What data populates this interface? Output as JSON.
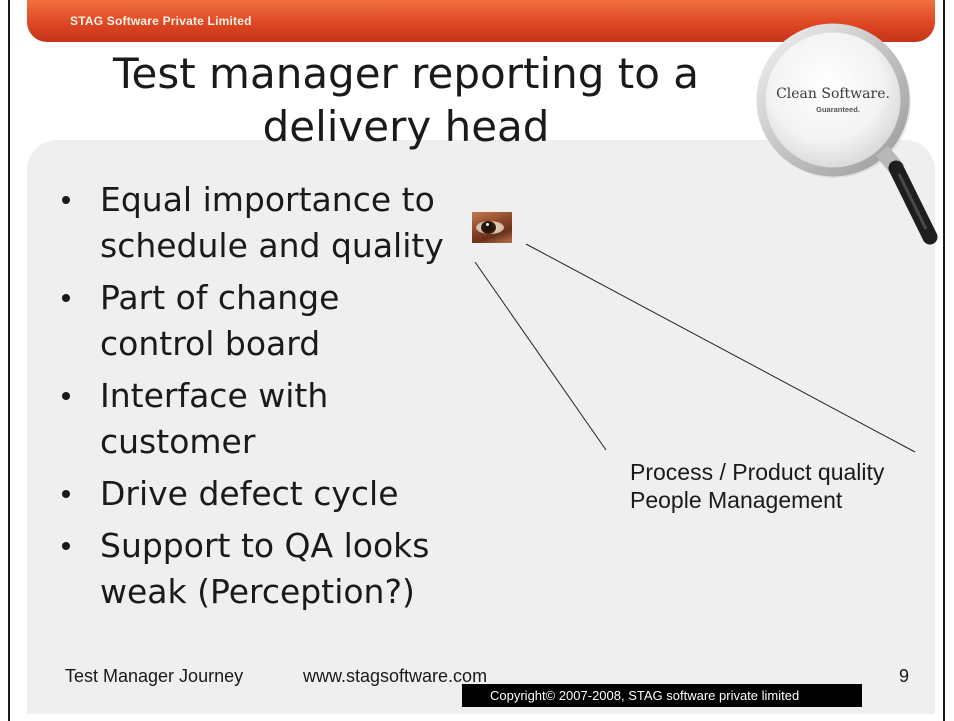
{
  "header": {
    "company": "STAG Software Private Limited"
  },
  "title": {
    "line1": "Test manager reporting to a",
    "line2": "delivery head"
  },
  "logo": {
    "icon": "magnifier-icon",
    "text_main": "Clean Software.",
    "text_sub": "Guaranteed."
  },
  "bullets": [
    {
      "lines": [
        "Equal importance to",
        "schedule and quality"
      ]
    },
    {
      "lines": [
        "Part of change",
        "control board"
      ]
    },
    {
      "lines": [
        "Interface with",
        "customer"
      ]
    },
    {
      "lines": [
        "Drive defect cycle"
      ]
    },
    {
      "lines": [
        "Support to QA looks",
        "weak (Perception?)"
      ]
    }
  ],
  "image": {
    "icon": "eye-image"
  },
  "annotation": {
    "lines": [
      "Process / Product quality",
      "People Management"
    ]
  },
  "footer": {
    "left": "Test Manager Journey",
    "url": "www.stagsoftware.com",
    "page_number": "9",
    "copyright": "Copyright© 2007-2008, STAG software private limited"
  },
  "colors": {
    "header_bar": "#dc4422",
    "panel": "#efefef",
    "text": "#1a1a1a",
    "copyright_bar": "#000000"
  }
}
